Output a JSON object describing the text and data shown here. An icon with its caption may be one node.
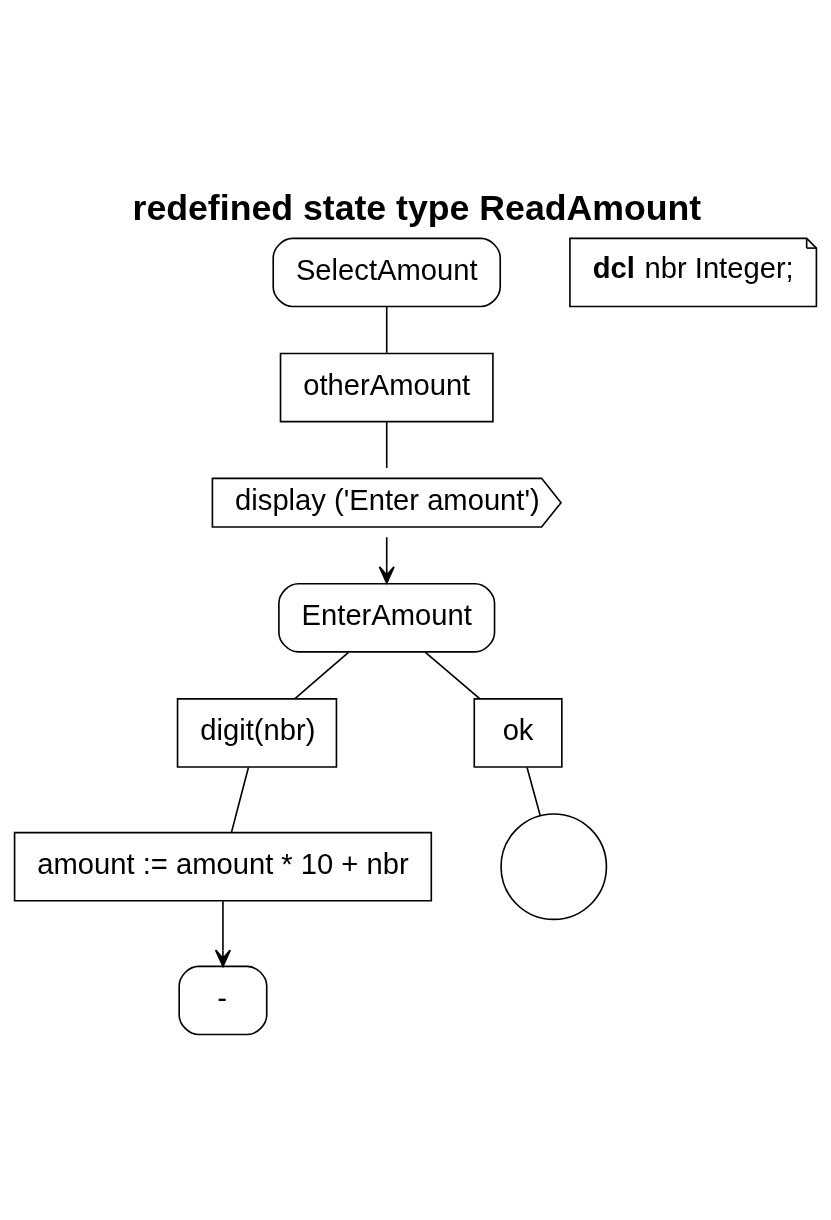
{
  "diagram": {
    "title": "redefined state type ReadAmount",
    "nodes": [
      {
        "text": [
          "SelectAmount"
        ]
      },
      {
        "text": [
          "**dcl** nbr Integer;"
        ]
      },
      {
        "text": [
          "otherAmount"
        ]
      },
      {
        "text": [
          "display ('Enter amount')"
        ]
      },
      {
        "text": [
          "EnterAmount"
        ]
      },
      {
        "text": [
          "digit(nbr)"
        ]
      },
      {
        "text": [
          "ok"
        ]
      },
      {
        "text": [
          "amount := amount * 10 + nbr"
        ]
      },
      {
        "text": [],
        "shape": "circle"
      },
      {
        "text": [
          "-"
        ]
      }
    ],
    "edges": [
      {
        "from": 0,
        "to": 2,
        "arrow": "none"
      },
      {
        "from": 2,
        "to": 3,
        "arrow": "none"
      },
      {
        "from": 3,
        "to": 4,
        "arrow": "to"
      },
      {
        "from": 4,
        "to": 5,
        "arrow": "none"
      },
      {
        "from": 4,
        "to": 6,
        "arrow": "none"
      },
      {
        "from": 5,
        "to": 7,
        "arrow": "none"
      },
      {
        "from": 6,
        "to": 8,
        "arrow": "none"
      },
      {
        "from": 7,
        "to": 9,
        "arrow": "to"
      }
    ]
  }
}
